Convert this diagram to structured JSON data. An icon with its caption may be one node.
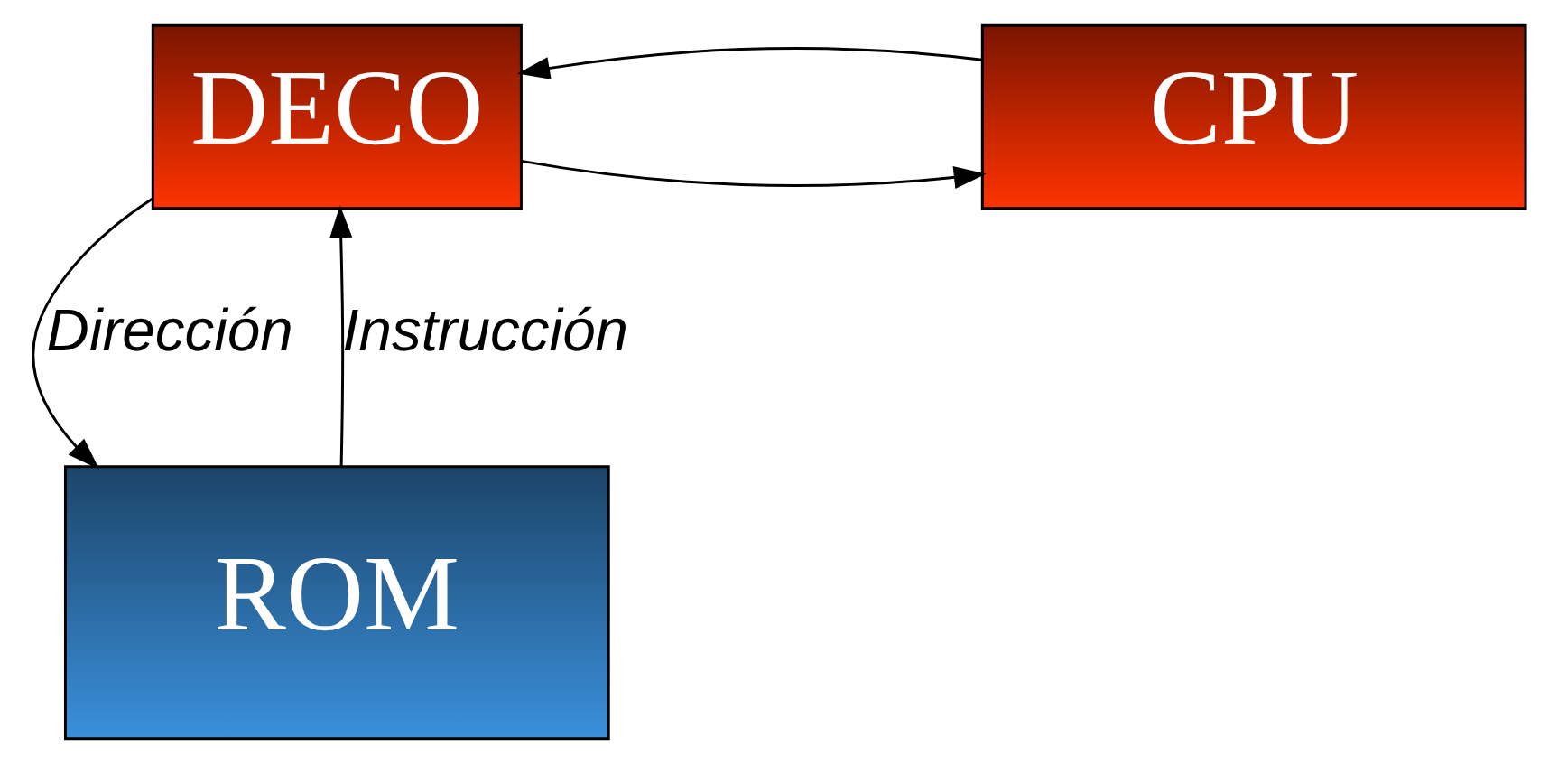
{
  "diagram": {
    "nodes": [
      {
        "text": [
          "DECO"
        ]
      },
      {
        "text": [
          "CPU"
        ]
      },
      {
        "text": [
          "ROM"
        ]
      }
    ],
    "edges": [
      {
        "from": 0,
        "to": 1,
        "arrow": "to"
      },
      {
        "from": 1,
        "to": 0,
        "arrow": "to"
      },
      {
        "from": 0,
        "to": 2,
        "arrow": "to",
        "label": "Dirección"
      },
      {
        "from": 2,
        "to": 0,
        "arrow": "to",
        "label": "Instrucción"
      }
    ]
  }
}
